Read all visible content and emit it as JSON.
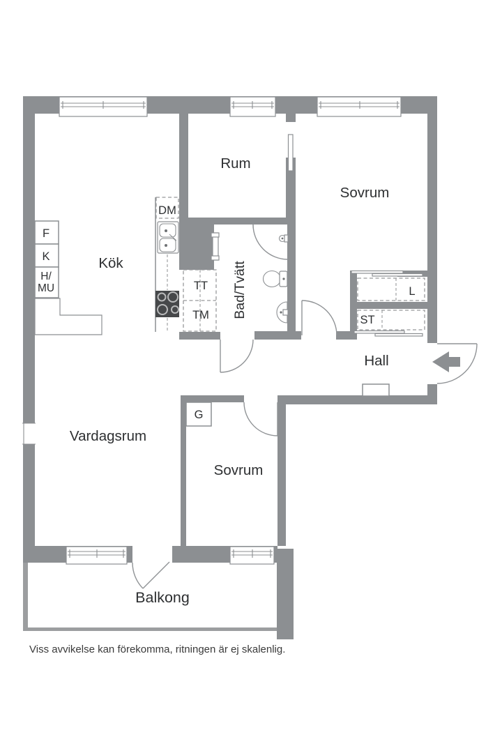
{
  "footer": {
    "disclaimer": "Viss avvikelse kan förekomma, ritningen är ej skalenlig."
  },
  "colors": {
    "wall": "#8c8f92",
    "floor": "#ffffff",
    "label_text": "#2d2f31",
    "stove": "#46484a"
  },
  "rooms": {
    "rum": "Rum",
    "sovrum_top": "Sovrum",
    "kok": "Kök",
    "bad_tvatt": "Bad/Tvätt",
    "hall": "Hall",
    "vardagsrum": "Vardagsrum",
    "sovrum_bottom": "Sovrum",
    "balkong": "Balkong"
  },
  "fixtures": {
    "f": "F",
    "k": "K",
    "hmu_line1": "H/",
    "hmu_line2": "MU",
    "dm": "DM",
    "tt": "TT",
    "tm": "TM",
    "g": "G",
    "l": "L",
    "st": "ST"
  }
}
